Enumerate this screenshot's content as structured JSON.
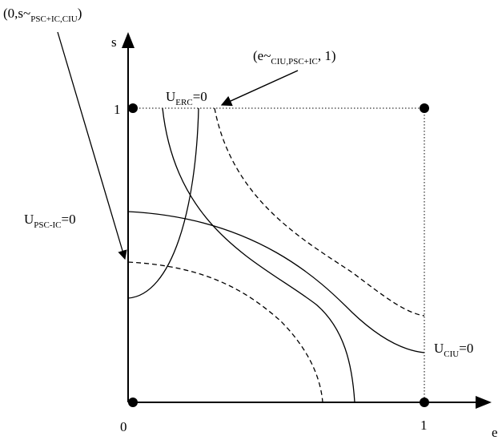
{
  "labels": {
    "axis_s": "s",
    "axis_e": "e",
    "origin": "0",
    "one_y": "1",
    "one_x": "1",
    "top_left": {
      "prefix": "(0,s~",
      "sub": "PSC+IC,CIU",
      "suffix": ")"
    },
    "top_mid": {
      "prefix": "(e~",
      "sub": "CIU,PSC+IC",
      "suffix": ", 1)"
    },
    "u_erc": {
      "prefix": "U",
      "sub": "ERC",
      "suffix": "=0"
    },
    "u_psc": {
      "prefix": "U",
      "sub": "PSC-IC",
      "suffix": "=0"
    },
    "u_ciu": {
      "prefix": "U",
      "sub": "CIU",
      "suffix": "=0"
    }
  },
  "colors": {
    "stroke": "#000000",
    "background": "#ffffff"
  }
}
